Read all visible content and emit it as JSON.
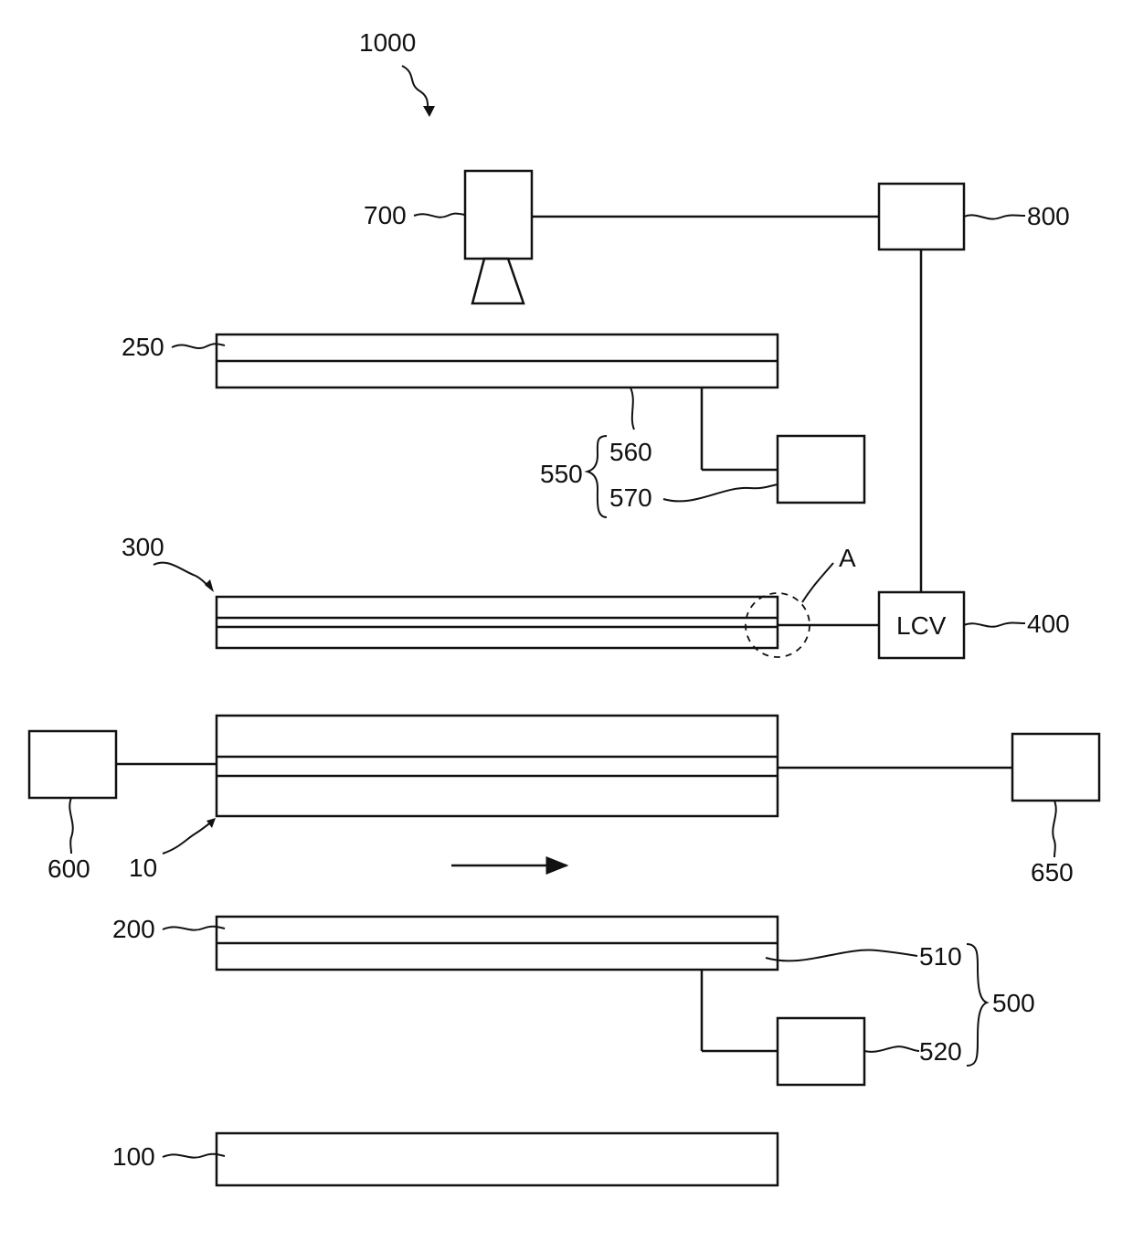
{
  "labels": {
    "system": "1000",
    "camera": "700",
    "controller": "800",
    "layer_top": "250",
    "unit_550": "550",
    "part_560": "560",
    "part_570": "570",
    "mask": "300",
    "detail_a": "A",
    "lcv_text": "LCV",
    "lcv_ref": "400",
    "source_left": "600",
    "substrate": "10",
    "source_right": "650",
    "layer_200": "200",
    "part_510": "510",
    "unit_500": "500",
    "part_520": "520",
    "base": "100"
  }
}
